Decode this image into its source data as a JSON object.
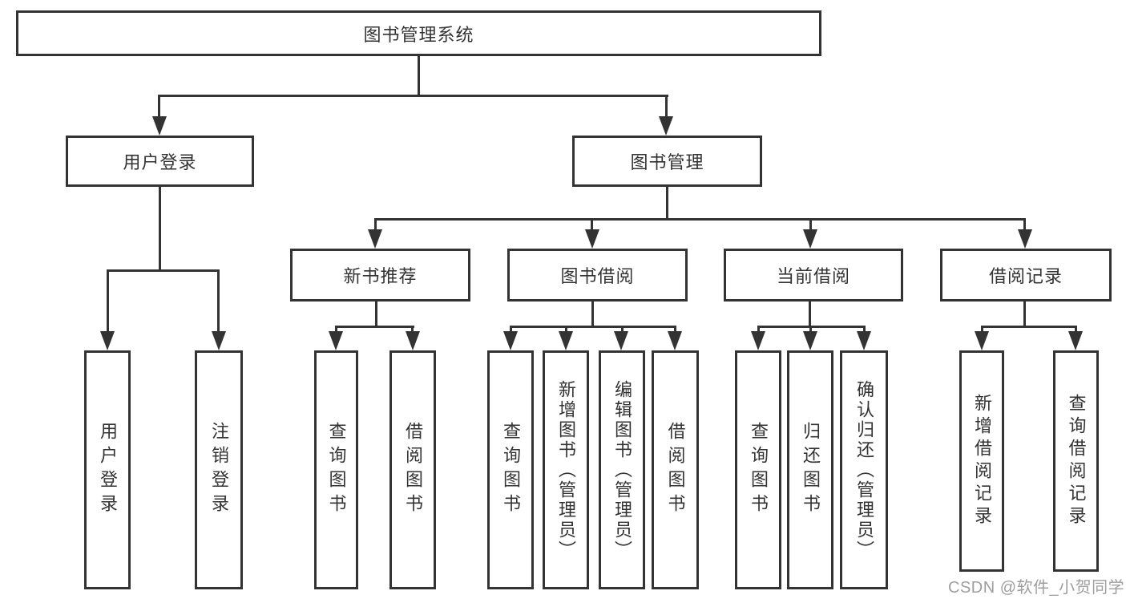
{
  "diagram": {
    "title": "图书管理系统",
    "branches": [
      {
        "label": "用户登录",
        "children": [
          {
            "label": "用户登录"
          },
          {
            "label": "注销登录"
          }
        ]
      },
      {
        "label": "图书管理",
        "children": [
          {
            "label": "新书推荐",
            "children": [
              {
                "label": "查询图书"
              },
              {
                "label": "借阅图书"
              }
            ]
          },
          {
            "label": "图书借阅",
            "children": [
              {
                "label": "查询图书"
              },
              {
                "label": "新增图书（管理员）"
              },
              {
                "label": "编辑图书（管理员）"
              },
              {
                "label": "借阅图书"
              }
            ]
          },
          {
            "label": "当前借阅",
            "children": [
              {
                "label": "查询图书"
              },
              {
                "label": "归还图书"
              },
              {
                "label": "确认归还（管理员）"
              }
            ]
          },
          {
            "label": "借阅记录",
            "children": [
              {
                "label": "新增借阅记录"
              },
              {
                "label": "查询借阅记录"
              }
            ]
          }
        ]
      }
    ]
  },
  "watermark": {
    "text": "CSDN @软件_小贺同学"
  },
  "colors": {
    "line": "#333333",
    "text": "#333333",
    "background": "#ffffff",
    "watermark": "#9e9e9e"
  }
}
